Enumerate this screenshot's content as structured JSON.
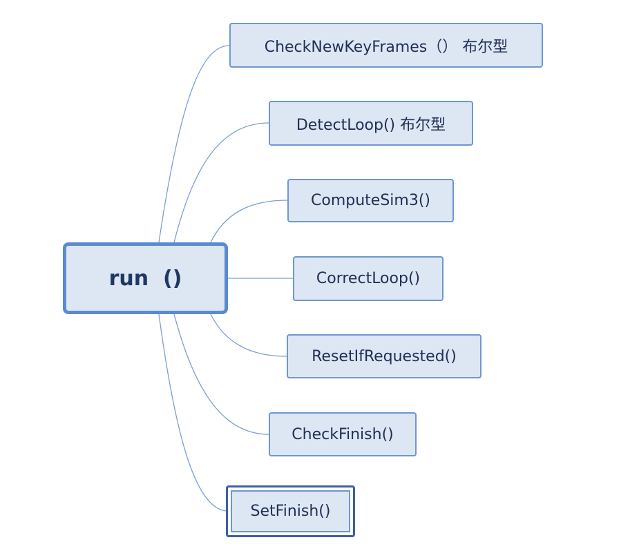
{
  "root": {
    "label": "run  ()"
  },
  "children": [
    {
      "label": "CheckNewKeyFrames（） 布尔型"
    },
    {
      "label": "DetectLoop() 布尔型"
    },
    {
      "label": "ComputeSim3()"
    },
    {
      "label": "CorrectLoop()"
    },
    {
      "label": "ResetIfRequested()"
    },
    {
      "label": "CheckFinish()"
    },
    {
      "label": "SetFinish()"
    }
  ],
  "colors": {
    "node_fill": "#dde6f3",
    "node_border": "#6e97cf",
    "root_border": "#5b8ad0",
    "selected_border": "#3b5fa8",
    "connector": "#7b9fd4",
    "text": "#1f2f52"
  }
}
